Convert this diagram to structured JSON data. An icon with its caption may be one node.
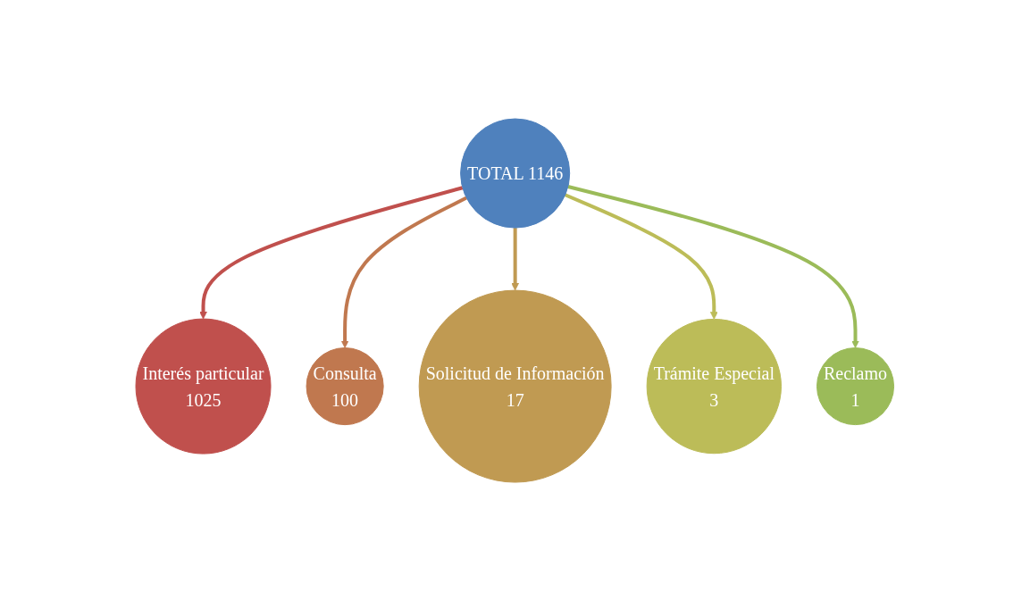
{
  "diagram": {
    "nodes": [
      {
        "text": [
          "TOTAL 1146"
        ]
      },
      {
        "text": [
          "Interés particular",
          "1025"
        ]
      },
      {
        "text": [
          "Consulta",
          "100"
        ]
      },
      {
        "text": [
          "Solicitud de Información",
          "17"
        ]
      },
      {
        "text": [
          "Trámite Especial",
          "3"
        ]
      },
      {
        "text": [
          "Reclamo",
          "1"
        ]
      }
    ],
    "edges": [
      {
        "from": 0,
        "to": 1,
        "arrow": "to",
        "color": "#c0504d"
      },
      {
        "from": 0,
        "to": 2,
        "arrow": "to",
        "color": "#c0784f"
      },
      {
        "from": 0,
        "to": 3,
        "arrow": "to",
        "color": "#c09a52"
      },
      {
        "from": 0,
        "to": 4,
        "arrow": "to",
        "color": "#bcbc58"
      },
      {
        "from": 0,
        "to": 5,
        "arrow": "to",
        "color": "#9bbb59"
      }
    ]
  }
}
